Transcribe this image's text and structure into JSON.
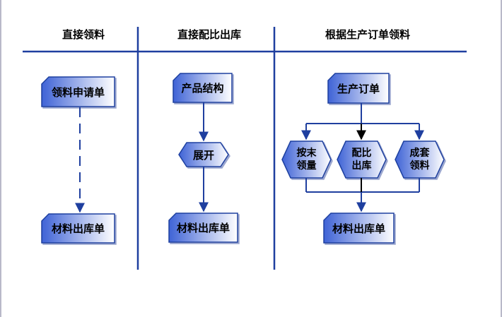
{
  "columns": {
    "col1_title": "直接领料",
    "col2_title": "直接配比出库",
    "col3_title": "根据生产订单领料"
  },
  "col1": {
    "request_label": "领料申请单",
    "output_label": "材料出库单"
  },
  "col2": {
    "bom_label": "产品结构",
    "expand_label": "展开",
    "output_label": "材料出库单"
  },
  "col3": {
    "order_label": "生产订单",
    "by_quota_line1": "按末",
    "by_quota_line2": "领量",
    "ratio_line1": "配比",
    "ratio_line2": "出库",
    "kit_line1": "成套",
    "kit_line2": "领料",
    "output_label": "材料出库单"
  },
  "colors": {
    "node_stroke": "#1f3f9f",
    "node_fill_dark": "#3f63d6",
    "node_fill_light": "#ffffff",
    "line": "#1f3f9f",
    "black_line": "#000000"
  }
}
